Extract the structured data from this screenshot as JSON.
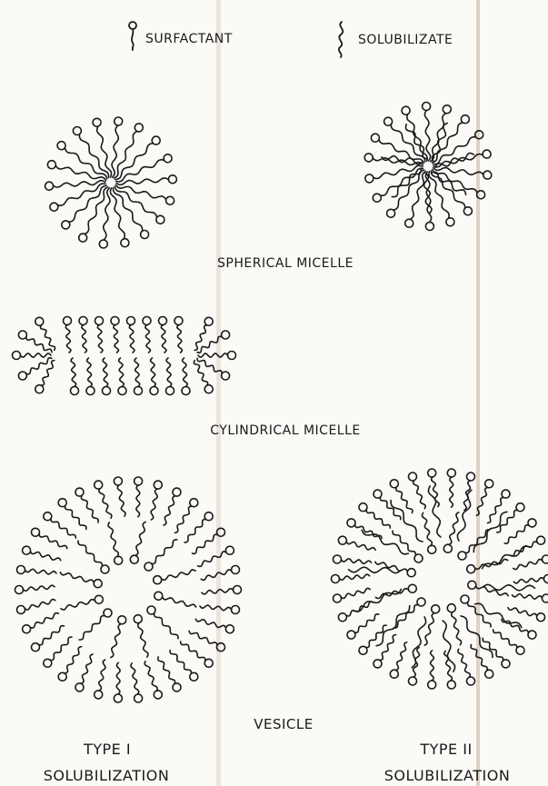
{
  "legend": {
    "surfactant": {
      "label": "SURFACTANT",
      "icon": "surfactant-icon"
    },
    "solubilizate": {
      "label": "SOLUBILIZATE",
      "icon": "solubilizate-icon"
    }
  },
  "sections": {
    "spherical": {
      "label": "SPHERICAL MICELLE"
    },
    "cylindrical": {
      "label": "CYLINDRICAL MICELLE"
    },
    "vesicle": {
      "label": "VESICLE"
    }
  },
  "columns": {
    "type1": {
      "type_label": "TYPE I",
      "sub_label": "SOLUBILIZATION"
    },
    "type2": {
      "type_label": "TYPE II",
      "sub_label": "SOLUBILIZATION"
    }
  },
  "colors": {
    "ink": "#1a1a1a",
    "paper": "#fbfaf7",
    "fold": "#d9cfc2"
  }
}
